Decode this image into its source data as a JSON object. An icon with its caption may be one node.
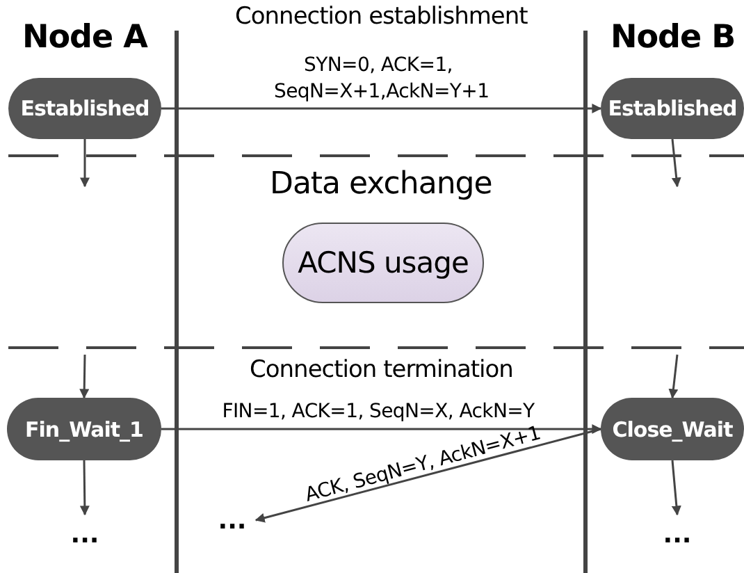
{
  "diagram": {
    "nodes": [
      {
        "text": [
          "Established"
        ]
      },
      {
        "text": [
          "Established"
        ]
      },
      {
        "text": [
          "ACNS usage"
        ]
      },
      {
        "text": [
          "Fin_Wait_1"
        ]
      },
      {
        "text": [
          "Close_Wait"
        ]
      },
      {
        "text": [
          "..."
        ]
      },
      {
        "text": [
          "..."
        ]
      },
      {
        "text": [
          "..."
        ]
      }
    ],
    "edges": [
      {
        "from": 0,
        "to": 1,
        "arrow": "to",
        "label": "SYN=0, ACK=1, SeqN=X+1,AckN=Y+1"
      },
      {
        "from": 0,
        "to": null,
        "arrow": "to"
      },
      {
        "from": 1,
        "to": null,
        "arrow": "to"
      },
      {
        "from": null,
        "to": 3,
        "arrow": "to"
      },
      {
        "from": null,
        "to": 4,
        "arrow": "to"
      },
      {
        "from": 3,
        "to": 4,
        "arrow": "to",
        "label": "FIN=1, ACK=1, SeqN=X, AckN=Y"
      },
      {
        "from": 4,
        "to": 6,
        "arrow": "to",
        "label": "ACK, SeqN=Y, AckN=X+1"
      },
      {
        "from": 3,
        "to": 5,
        "arrow": "to"
      },
      {
        "from": 4,
        "to": 7,
        "arrow": "to"
      }
    ],
    "labels": [
      "Connection establishment",
      "Node A",
      "Node B",
      "Data exchange",
      "Connection termination"
    ]
  }
}
